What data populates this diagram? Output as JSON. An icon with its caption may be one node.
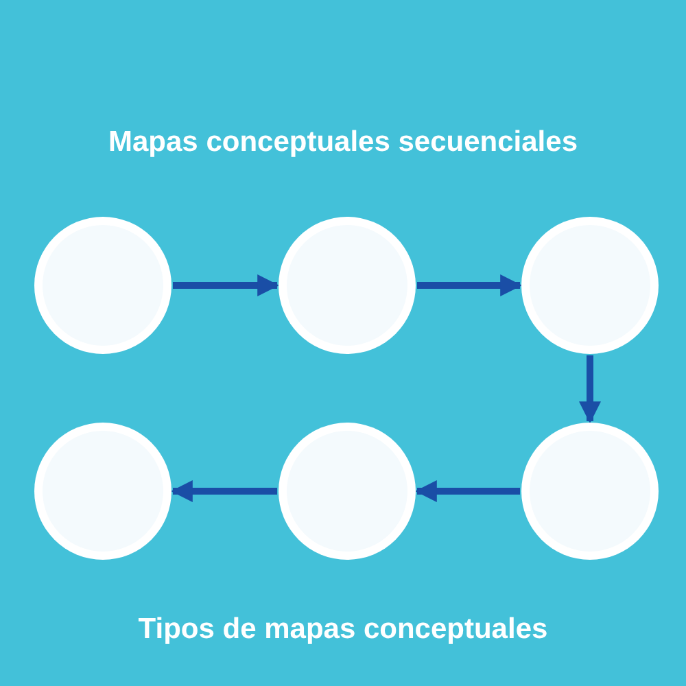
{
  "diagram": {
    "title": "Mapas conceptuales secuenciales",
    "caption": "Tipos de mapas conceptuales",
    "nodes": [
      {
        "text": [],
        "shape": "circle"
      },
      {
        "text": [],
        "shape": "circle"
      },
      {
        "text": [],
        "shape": "circle"
      },
      {
        "text": [],
        "shape": "circle"
      },
      {
        "text": [],
        "shape": "circle"
      },
      {
        "text": [],
        "shape": "circle"
      }
    ],
    "edges": [
      {
        "from": 0,
        "to": 1,
        "arrow": "to"
      },
      {
        "from": 1,
        "to": 2,
        "arrow": "to"
      },
      {
        "from": 2,
        "to": 5,
        "arrow": "to"
      },
      {
        "from": 5,
        "to": 4,
        "arrow": "to"
      },
      {
        "from": 4,
        "to": 3,
        "arrow": "to"
      }
    ]
  }
}
